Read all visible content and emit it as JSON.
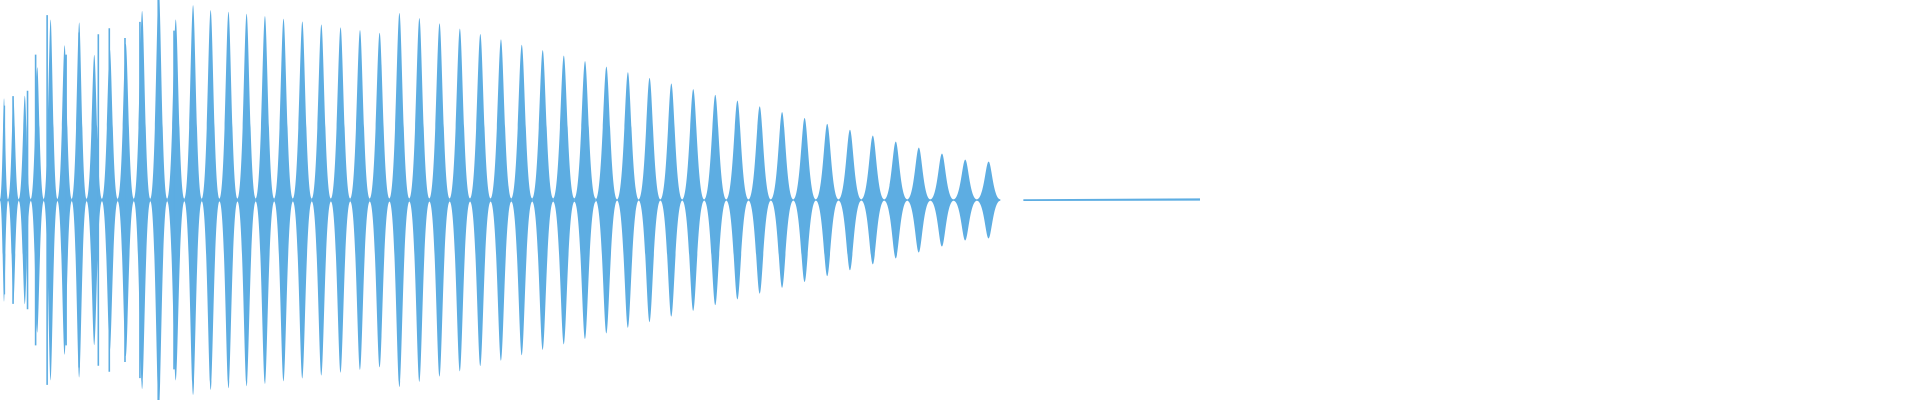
{
  "waveform": {
    "color": "#5dade2",
    "background": "#ffffff",
    "segments": [
      {
        "name": "main-burst",
        "start_fraction": 0.0,
        "end_fraction": 0.521,
        "cycles": 52,
        "peak_amplitude": 0.48,
        "early_jitter": true
      },
      {
        "name": "tail-tone",
        "start_fraction": 0.533,
        "end_fraction": 0.625,
        "peak_amplitude": 0.004
      }
    ]
  }
}
